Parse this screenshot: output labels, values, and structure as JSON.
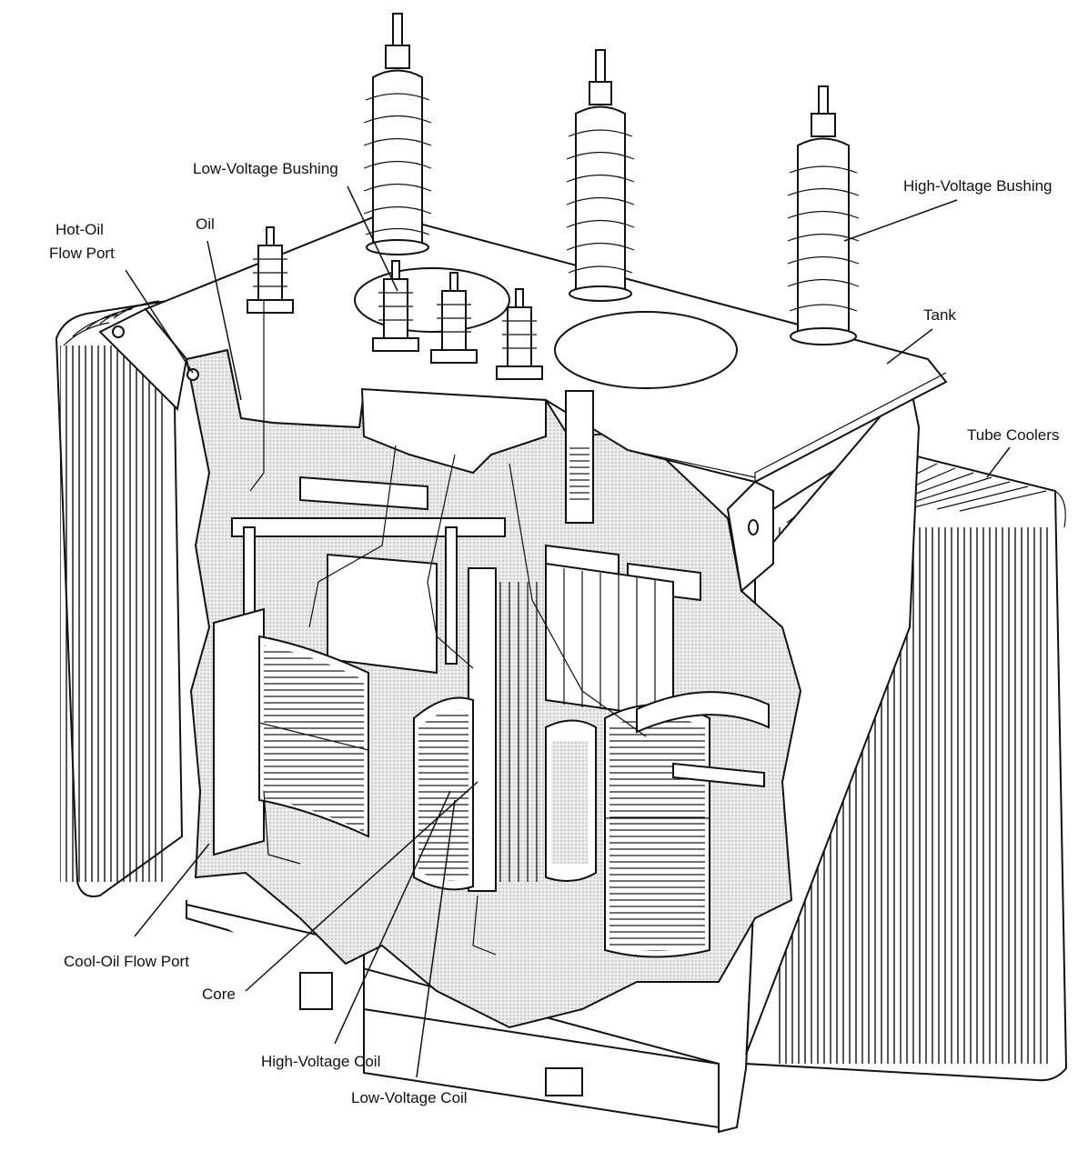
{
  "labels": {
    "low_voltage_bushing": "Low-Voltage Bushing",
    "high_voltage_bushing": "High-Voltage Bushing",
    "oil": "Oil",
    "hot_oil_flow_port_line1": "Hot-Oil",
    "hot_oil_flow_port_line2": "Flow Port",
    "tank": "Tank",
    "tube_coolers": "Tube Coolers",
    "cool_oil_flow_port": "Cool-Oil Flow Port",
    "core": "Core",
    "high_voltage_coil": "High-Voltage Coil",
    "low_voltage_coil": "Low-Voltage Coil"
  },
  "colors": {
    "ink": "#111111",
    "paper": "#ffffff",
    "stipple": "#e7e7e7"
  }
}
